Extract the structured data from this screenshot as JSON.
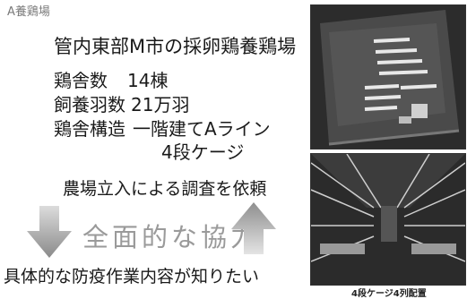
{
  "slide": {
    "title": "A養鶏場",
    "farm_name": "管内東部M市の採卵鶏養鶏場",
    "stats": [
      {
        "label": "鶏舎数",
        "value": "14棟"
      },
      {
        "label": "飼養羽数",
        "value": "21万羽"
      },
      {
        "label": "鶏舎構造",
        "value": "一階建てAライン"
      }
    ],
    "structure_cont": "4段ケージ",
    "request": "農場立入による調査を依頼",
    "cooperation": "全面的な協力",
    "want_to_know": "具体的な防疫作業内容が知りたい",
    "photo_caption": "4段ケージ4列配置"
  },
  "colors": {
    "arrow_down": "#9a9a9a",
    "arrow_up": "#a0a0a0",
    "photo_dark": "#2b2b2b"
  }
}
